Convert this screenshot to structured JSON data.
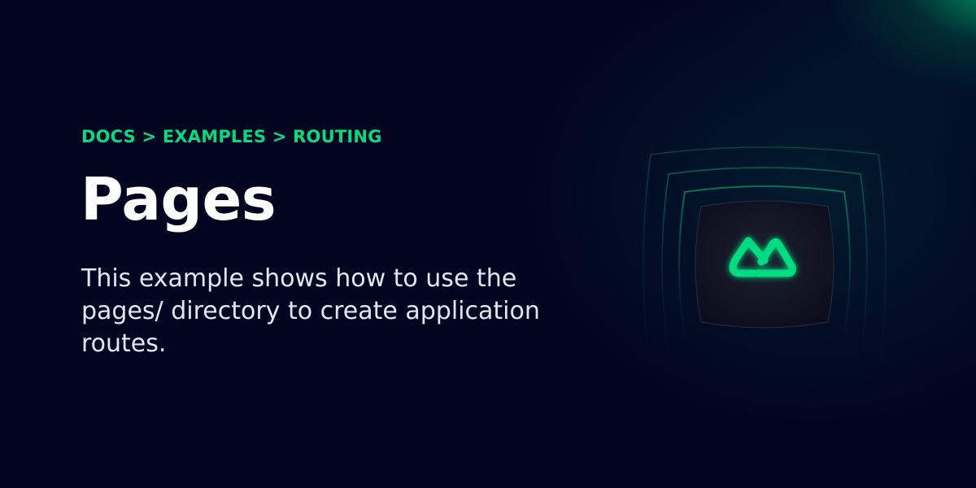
{
  "breadcrumb": {
    "items": [
      "DOCS",
      "EXAMPLES",
      "ROUTING"
    ],
    "text": "DOCS > EXAMPLES > ROUTING"
  },
  "title": "Pages",
  "description": "This example shows how to use the pages/ directory to create application routes.",
  "logo": {
    "icon": "nuxt-logo-icon"
  },
  "colors": {
    "background": "#020420",
    "accent": "#00DC82",
    "title": "#FFFFFF",
    "text": "#E4E6EF"
  }
}
